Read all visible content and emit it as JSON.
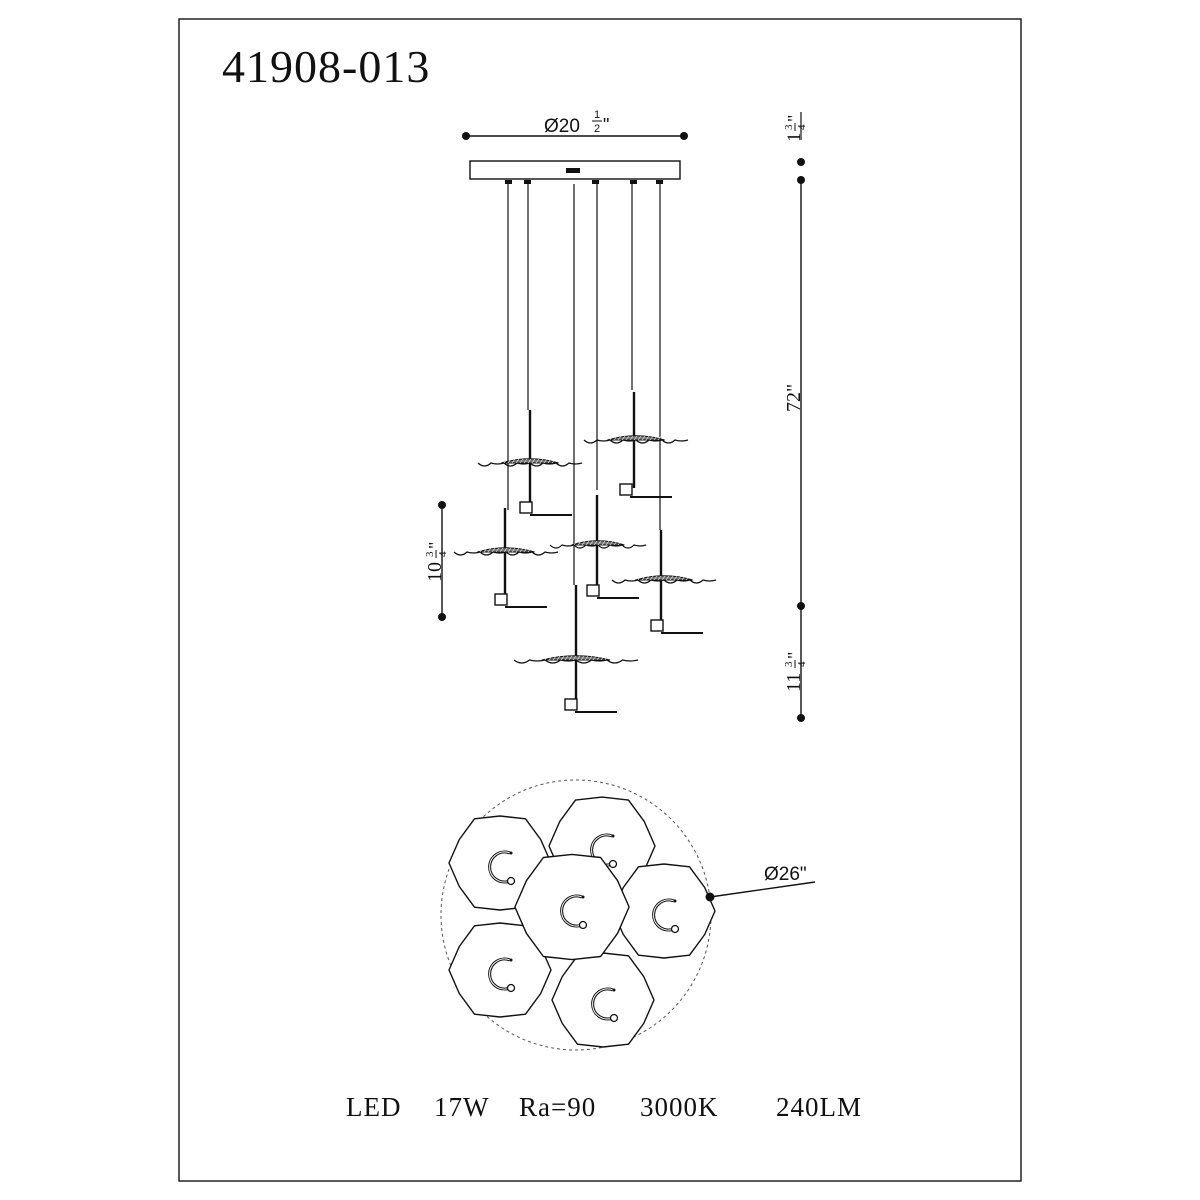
{
  "model_number": "41908-013",
  "dimensions": {
    "canopy_diameter": {
      "main": "Ø20",
      "frac_num": "1",
      "frac_den": "2",
      "unit": "\""
    },
    "canopy_height": {
      "whole": "1",
      "frac_num": "3",
      "frac_den": "4",
      "unit": "\""
    },
    "overall_drop": "72\"",
    "shade_to_bottom": {
      "whole": "10",
      "frac_num": "3",
      "frac_den": "4",
      "unit": "\""
    },
    "lowest_section": {
      "whole": "11",
      "frac_num": "3",
      "frac_den": "4",
      "unit": "\""
    },
    "spread_diameter": "Ø26\""
  },
  "specs": {
    "source": "LED",
    "wattage": "17W",
    "cri": "Ra=90",
    "color_temp": "3000K",
    "lumens": "240LM"
  },
  "icons": {
    "canopy": "ceiling-canopy-icon",
    "pendant": "leaf-shade-pendant-icon",
    "hook": "c-hook-socket-icon"
  }
}
